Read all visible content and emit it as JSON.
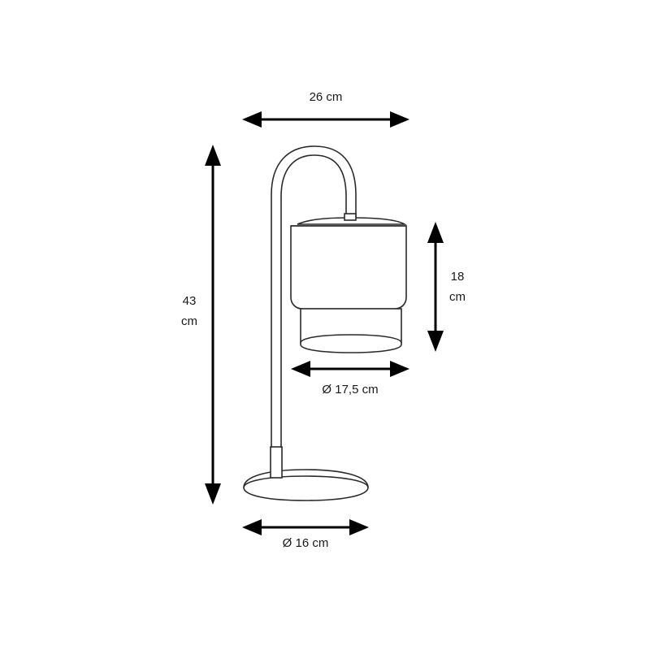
{
  "dimensions": {
    "overall_width": {
      "value": "26 cm"
    },
    "overall_height": {
      "line1": "43",
      "line2": "cm"
    },
    "shade_height": {
      "line1": "18",
      "line2": "cm"
    },
    "shade_diameter": {
      "value": "Ø 17,5 cm"
    },
    "base_diameter": {
      "value": "Ø 16 cm"
    }
  },
  "colors": {
    "dimension_arrows": "#000000",
    "outline": "#2a2a2a",
    "background": "#ffffff"
  }
}
